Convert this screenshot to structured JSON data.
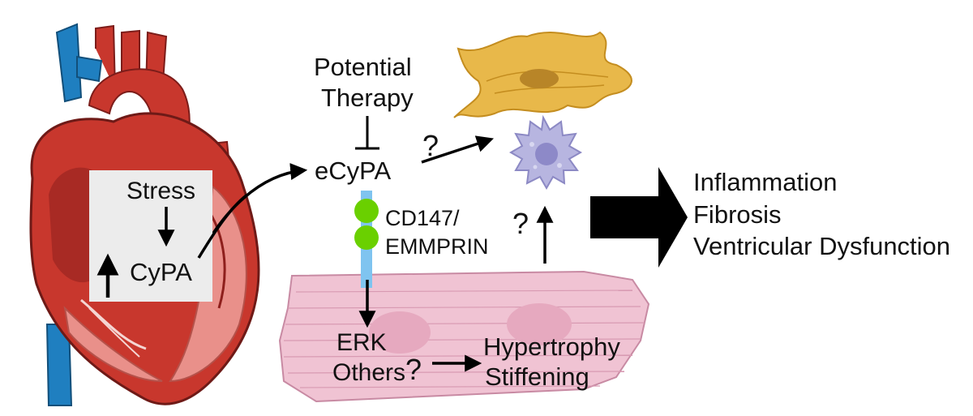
{
  "labels": {
    "potential_therapy_line1": "Potential",
    "potential_therapy_line2": "Therapy",
    "ecypa": "eCyPA",
    "stress": "Stress",
    "cypa": "CyPA",
    "receptor_line1": "CD147/",
    "receptor_line2": "EMMPRIN",
    "erk": "ERK",
    "others": "Others",
    "hypertrophy": "Hypertrophy",
    "stiffening": "Stiffening",
    "outcome_1": "Inflammation",
    "outcome_2": "Fibrosis",
    "outcome_3": "Ventricular Dysfunction"
  },
  "question_marks": {
    "to_cells": "?",
    "to_immune_cell": "?",
    "others_to_hypertrophy": "?"
  },
  "colors": {
    "heart_red": "#c8372d",
    "heart_dark": "#8e1f1c",
    "heart_pink": "#e9908a",
    "vein_blue": "#1f7fc0",
    "fibroblast": "#e8b84a",
    "immune_cell": "#b7b5e0",
    "myocyte": "#f0c3d3",
    "receptor_green": "#6ad000",
    "receptor_stalk": "#7fc4f0",
    "box_gray": "#ececec",
    "arrow_black": "#000000"
  },
  "icons": {
    "heart": "heart-illustration",
    "fibroblast": "fibroblast-cell",
    "immune_cell": "macrophage-cell",
    "myocyte": "cardiomyocyte-cell"
  }
}
